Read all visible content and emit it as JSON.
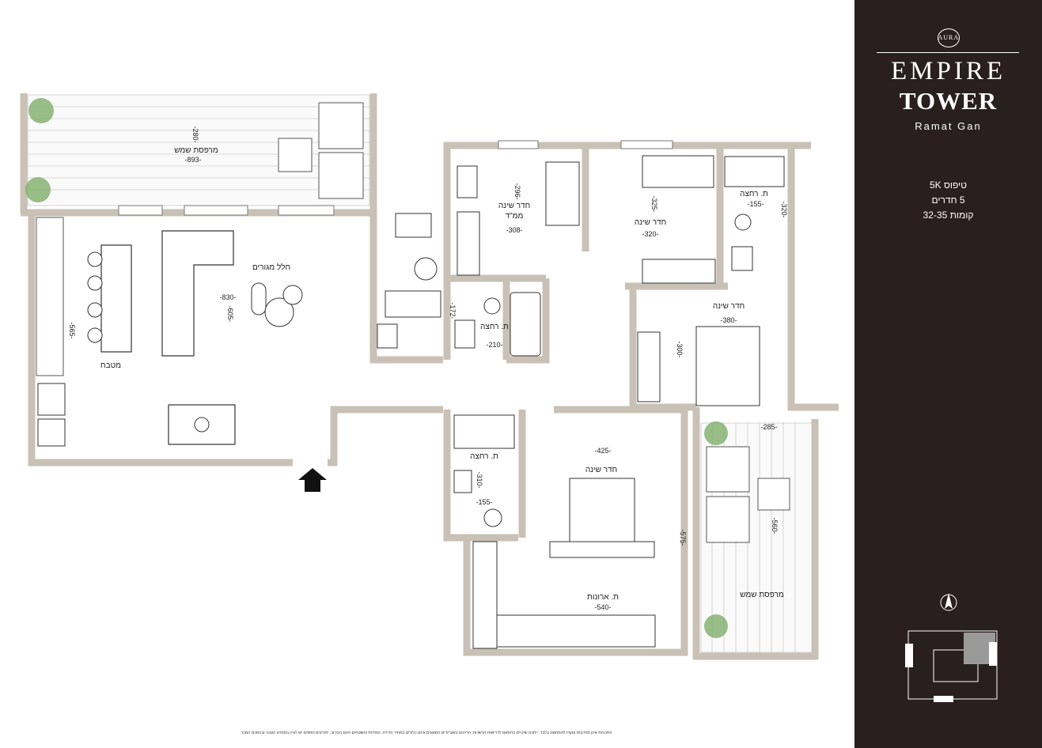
{
  "brand": {
    "top_mark": "AURA",
    "name_line1": "EMPIRE",
    "name_line2": "TOWER",
    "city": "Ramat Gan"
  },
  "apartment": {
    "type": "טיפוס 5K",
    "rooms": "5 חדרים",
    "floors": "קומות 32-35"
  },
  "rooms": {
    "balcony_top": "מרפסת שמש",
    "living": "חלל מגורים",
    "kitchen": "מטבח",
    "bedroom_mamad": "חדר שינה",
    "bedroom_mamad_sub": "ממ\"ד",
    "bathroom_1": "ת. רחצה",
    "bedroom_2": "חדר שינה",
    "bathroom_2": "ת. רחצה",
    "bedroom_3": "חדר שינה",
    "bathroom_3": "ת. רחצה",
    "master_bedroom": "חדר שינה",
    "closet": "ת. ארונות",
    "balcony_right": "מרפסת שמש"
  },
  "dims": {
    "balcony_top_depth": "-280-",
    "balcony_top_width": "-893-",
    "living_width": "-830-",
    "living_depth": "-605-",
    "kitchen_depth": "-565-",
    "mamad_depth": "-296-",
    "mamad_width": "-308-",
    "bath1_depth": "-172-",
    "bath1_width": "-210-",
    "bed2_depth": "-325-",
    "bed2_width": "-320-",
    "bath2_width": "-155-",
    "bath2_depth": "-320-",
    "bed3_width": "-380-",
    "bed3_depth": "-300-",
    "bath3_depth": "-310-",
    "bath3_width": "-155-",
    "master_width": "-425-",
    "closet_width": "-540-",
    "master_depth": "-575-",
    "balcony_right_width": "-285-",
    "balcony_right_depth": "-560-"
  },
  "colors": {
    "wall": "#c9c1b5",
    "sidebar": "#2a1f1f"
  },
  "disclaimer": "התכניות אינן מחייבות ונועדו להמחשה בלבד. ייתכנו שינויים בהתאם לדרישות הרשויות. הריהוט והאביזרים המוצגים אינם כלולים במחיר הדירה. המידות והשטחים הינם בקירוב. לפרטים נוספים יש לעיין במפרט הטכני ובהסכם המכר"
}
